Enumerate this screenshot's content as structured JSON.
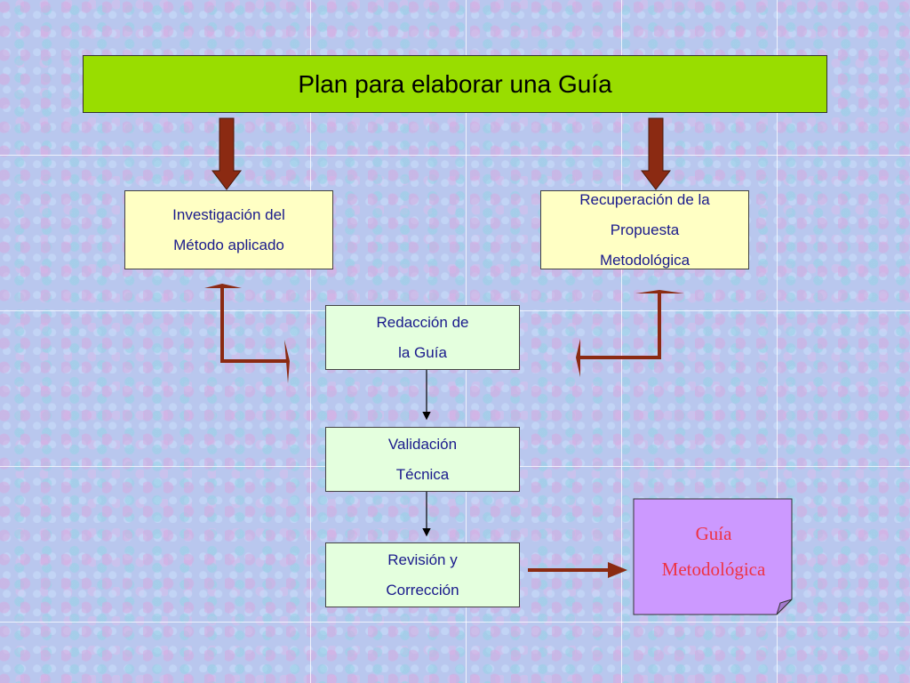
{
  "title": "Plan para elaborar una Guía",
  "boxes": {
    "investigacion": {
      "line1": "Investigación del",
      "line2": "Método aplicado"
    },
    "recuperacion": {
      "line1": "Recuperación de la",
      "line2": "Propuesta",
      "line3": "Metodológica"
    },
    "redaccion": {
      "line1": "Redacción de",
      "line2": "la Guía"
    },
    "validacion": {
      "line1": "Validación",
      "line2": "Técnica"
    },
    "revision": {
      "line1": "Revisión y",
      "line2": "Corrección"
    }
  },
  "output": {
    "line1": "Guía",
    "line2": "Metodológica"
  },
  "colors": {
    "title_bg": "#99dd00",
    "box_yellow": "#ffffc4",
    "box_green": "#e4ffde",
    "note_bg": "#cc99ff",
    "arrow_brown": "#8b2a12",
    "text_blue": "#1a1a8c",
    "output_text": "#ee3344"
  }
}
